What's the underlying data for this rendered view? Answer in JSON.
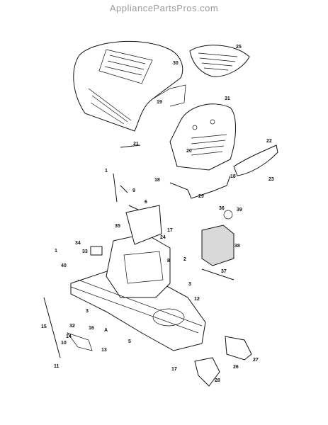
{
  "watermark": "AppliancePartsPros.com",
  "callouts": [
    "25",
    "30",
    "19",
    "31",
    "22",
    "21",
    "20",
    "23",
    "18",
    "18",
    "29",
    "1",
    "9",
    "6",
    "17",
    "35",
    "24",
    "36",
    "39",
    "34",
    "33",
    "1",
    "40",
    "2",
    "38",
    "8",
    "37",
    "3",
    "12",
    "3",
    "15",
    "32",
    "16",
    "A",
    "14",
    "10",
    "13",
    "5",
    "11",
    "17",
    "26",
    "27",
    "28"
  ]
}
